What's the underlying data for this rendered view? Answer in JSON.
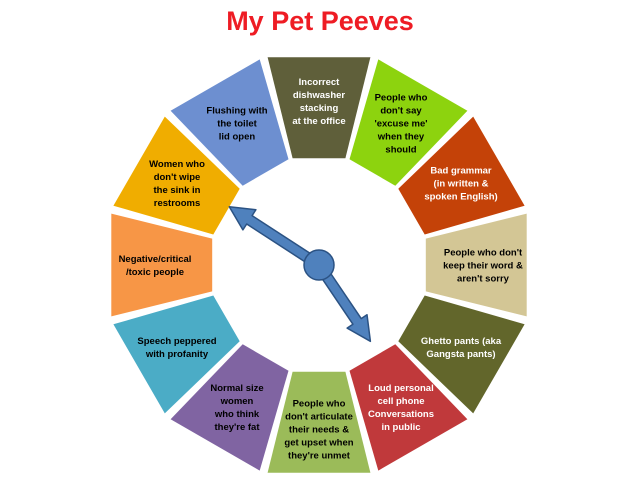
{
  "title": "My Pet Peeves",
  "colors": {
    "title": "#ee1c24",
    "arrow_fill": "#4f81bd",
    "arrow_stroke": "#2b5283"
  },
  "segments": [
    {
      "lines": [
        "Incorrect",
        "dishwasher",
        "stacking",
        "at the office"
      ],
      "color": "#5f5f3a",
      "text_color": "#ffffff"
    },
    {
      "lines": [
        "People who",
        "don't say",
        "'excuse me'",
        "when they",
        "should"
      ],
      "color": "#8dd30e",
      "text_color": "#000000"
    },
    {
      "lines": [
        "Bad grammar",
        "(in written &",
        "spoken English)"
      ],
      "color": "#c44208",
      "text_color": "#ffffff"
    },
    {
      "lines": [
        "People who don't",
        "keep their word &",
        "aren't sorry"
      ],
      "color": "#d3c695",
      "text_color": "#000000"
    },
    {
      "lines": [
        "Ghetto pants (aka",
        "Gangsta pants)"
      ],
      "color": "#62662b",
      "text_color": "#ffffff"
    },
    {
      "lines": [
        "Loud personal",
        "cell phone",
        "Conversations",
        "in public"
      ],
      "color": "#c0393b",
      "text_color": "#ffffff"
    },
    {
      "lines": [
        "People who",
        "don't articulate",
        "their needs &",
        "get upset when",
        "they're unmet"
      ],
      "color": "#9bbb59",
      "text_color": "#000000"
    },
    {
      "lines": [
        "Normal size",
        "women",
        "who think",
        "they're  fat"
      ],
      "color": "#8064a2",
      "text_color": "#000000"
    },
    {
      "lines": [
        "Speech peppered",
        "with profanity"
      ],
      "color": "#4bacc6",
      "text_color": "#000000"
    },
    {
      "lines": [
        "Negative/critical",
        "/toxic people"
      ],
      "color": "#f79646",
      "text_color": "#000000"
    },
    {
      "lines": [
        "Women who",
        "don't wipe",
        "the sink in",
        "restrooms"
      ],
      "color": "#f0ad00",
      "text_color": "#000000"
    },
    {
      "lines": [
        "Flushing with",
        "the toilet",
        "lid open"
      ],
      "color": "#6d8fd0",
      "text_color": "#000000"
    }
  ]
}
